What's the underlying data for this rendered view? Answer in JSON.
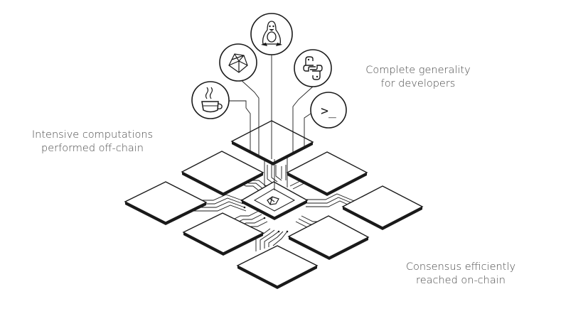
{
  "captions": {
    "developers": {
      "line1": "Complete generality",
      "line2": "for developers"
    },
    "offchain": {
      "line1": "Intensive computations",
      "line2": "performed off-chain"
    },
    "onchain": {
      "line1": "Consensus efficiently",
      "line2": "reached on-chain"
    }
  },
  "icons": [
    "java-coffee-icon",
    "ruby-gem-icon",
    "linux-penguin-icon",
    "python-icon",
    "terminal-icon"
  ],
  "terminal_glyph": ">_",
  "colors": {
    "stroke": "#1a1a1a",
    "text": "#4a4a4a",
    "fill": "#ffffff"
  }
}
